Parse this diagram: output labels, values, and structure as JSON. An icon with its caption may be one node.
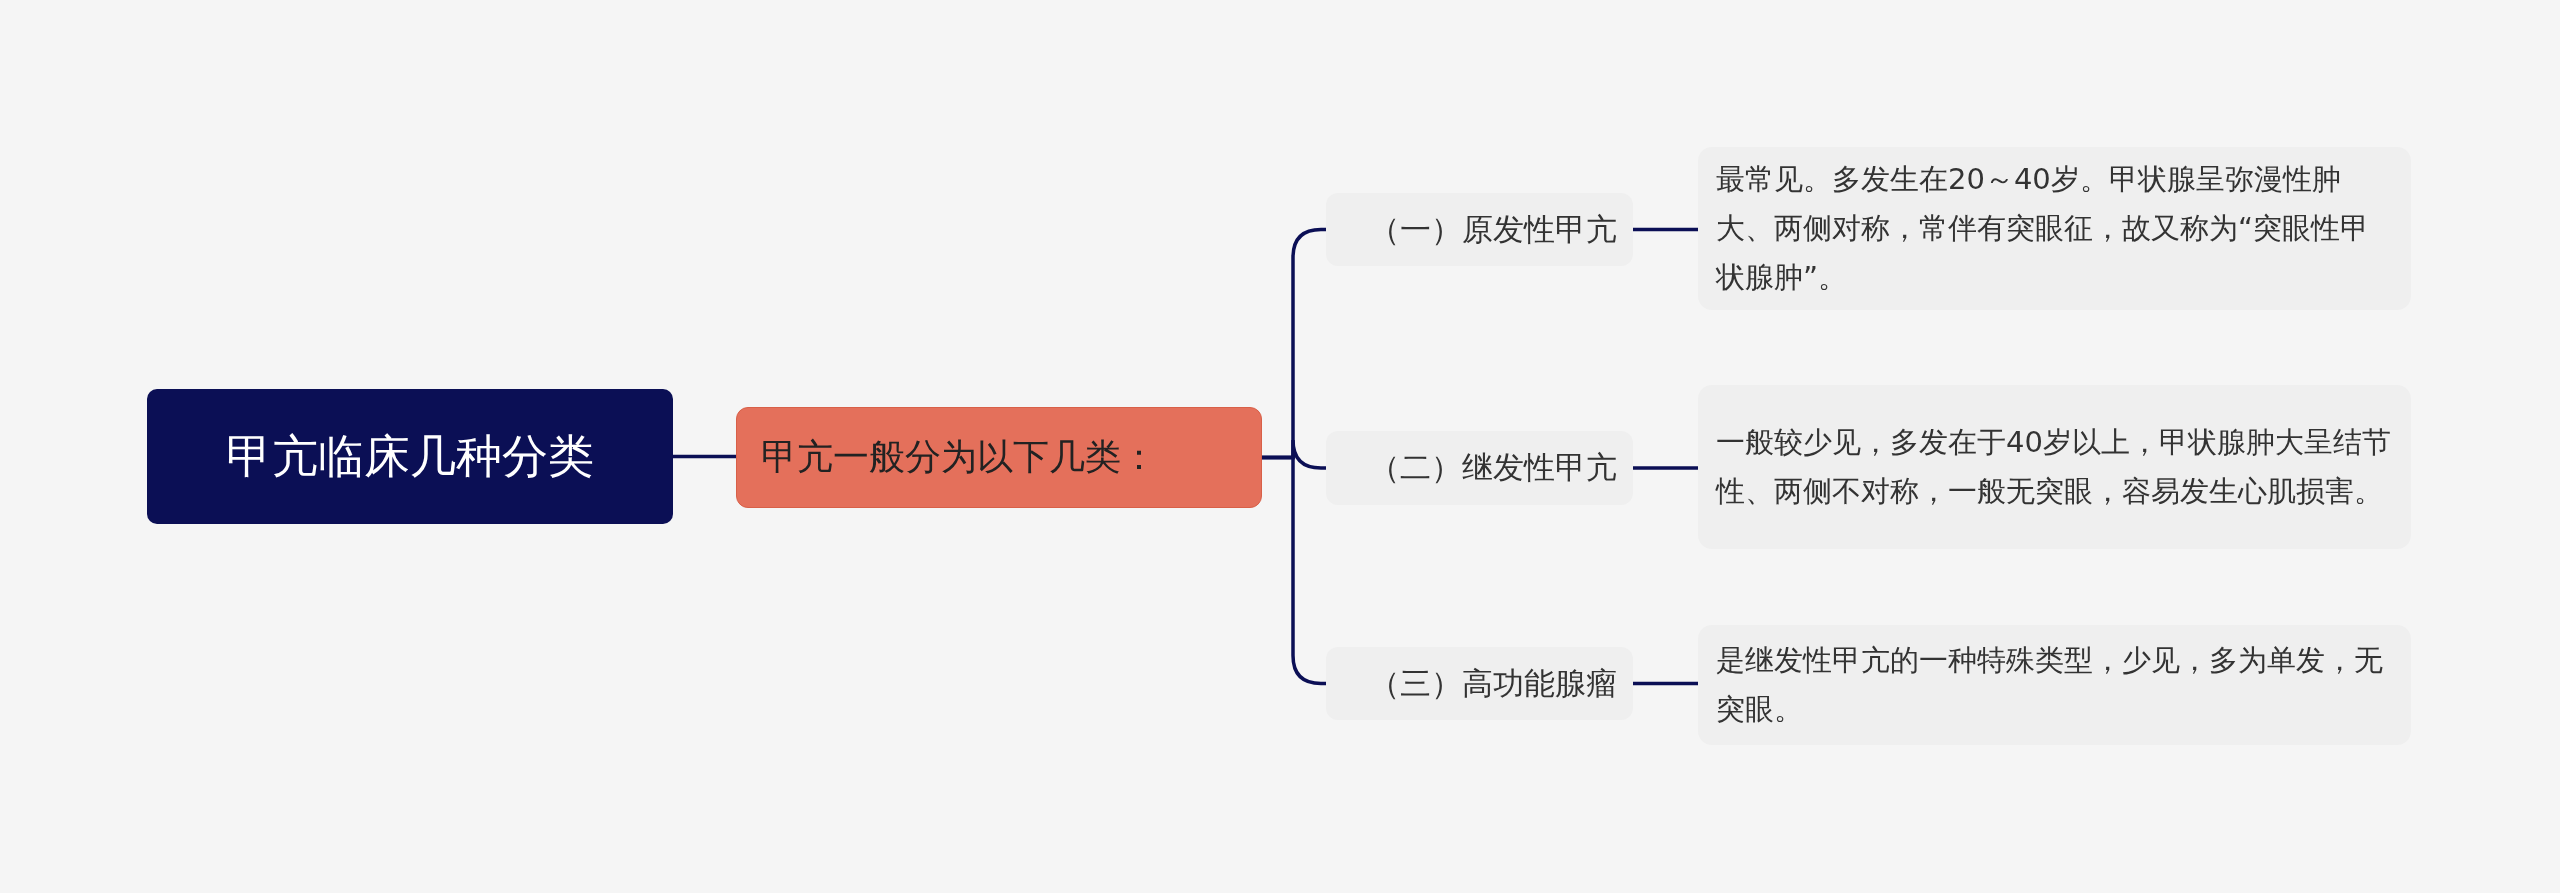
{
  "diagram": {
    "nodes": [
      {
        "text": [
          "甲亢临床几种分类"
        ]
      },
      {
        "text": [
          "甲亢一般分为以下几类："
        ]
      },
      {
        "text": [
          "（一）原发性甲亢"
        ]
      },
      {
        "text": [
          "（二）继发性甲亢"
        ]
      },
      {
        "text": [
          "（三）高功能腺瘤"
        ]
      },
      {
        "text": [
          "最常见。多发生在20～40岁。甲状腺呈弥漫性肿大、两侧对称，常伴有突眼征，故又称为“突眼性甲状腺肿”。"
        ]
      },
      {
        "text": [
          "一般较少见，多发在于40岁以上，甲状腺肿大呈结节性、两侧不对称，一般无突眼，容易发生心肌损害。"
        ]
      },
      {
        "text": [
          "是继发性甲亢的一种特殊类型，少见，多为单发，无突眼。"
        ]
      }
    ],
    "edges": [
      {
        "from": 0,
        "to": 1,
        "arrow": "none"
      },
      {
        "from": 1,
        "to": 2,
        "arrow": "none"
      },
      {
        "from": 1,
        "to": 3,
        "arrow": "none"
      },
      {
        "from": 1,
        "to": 4,
        "arrow": "none"
      },
      {
        "from": 2,
        "to": 5,
        "arrow": "none"
      },
      {
        "from": 3,
        "to": 6,
        "arrow": "none"
      },
      {
        "from": 4,
        "to": 7,
        "arrow": "none"
      }
    ]
  }
}
